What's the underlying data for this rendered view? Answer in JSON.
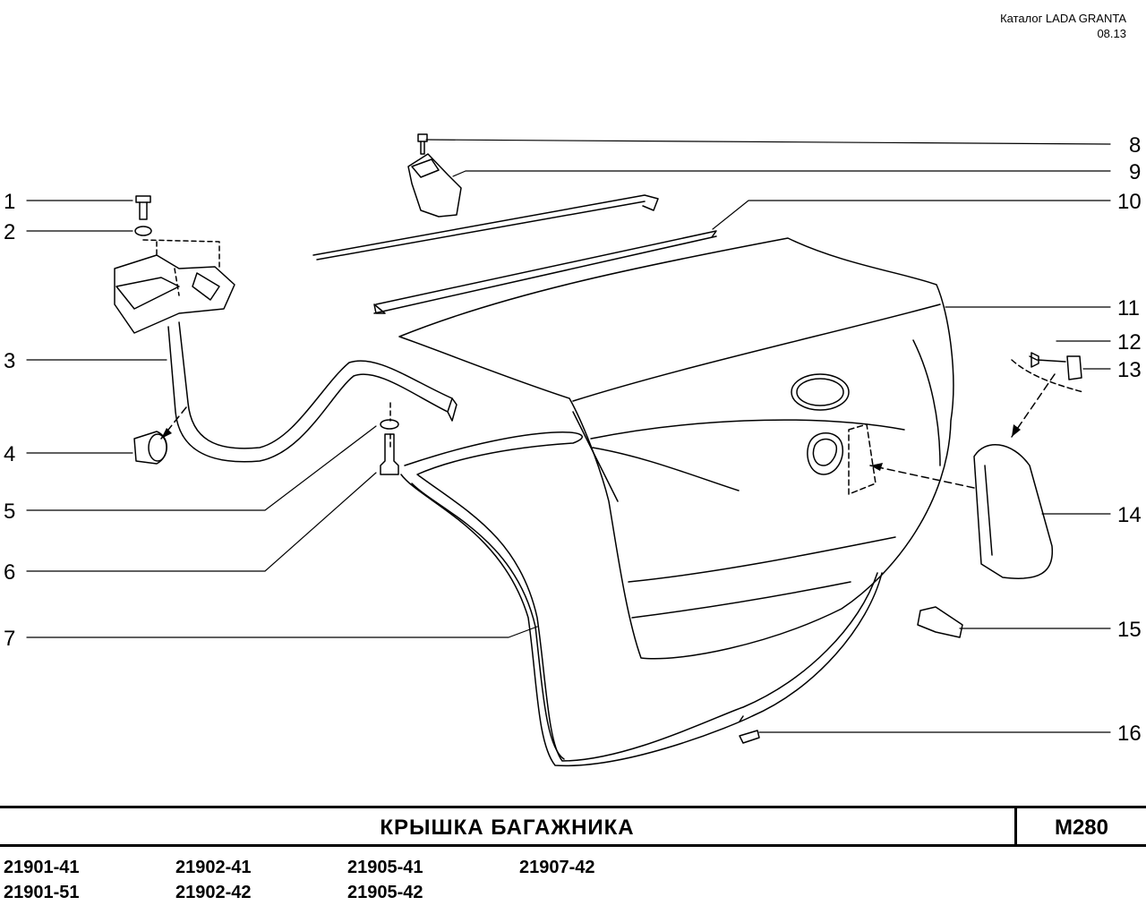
{
  "header": {
    "catalog": "Каталог  LADA  GRANTA",
    "date": "08.13"
  },
  "callouts": [
    "1",
    "2",
    "3",
    "4",
    "5",
    "6",
    "7",
    "8",
    "9",
    "10",
    "11",
    "12",
    "13",
    "14",
    "15",
    "16"
  ],
  "title": {
    "name": "КРЫШКА   БАГАЖНИКА",
    "code": "M280"
  },
  "models": [
    [
      "21901-41",
      "21902-41",
      "21905-41",
      "21907-42"
    ],
    [
      "21901-51",
      "21902-42",
      "21905-42"
    ]
  ]
}
